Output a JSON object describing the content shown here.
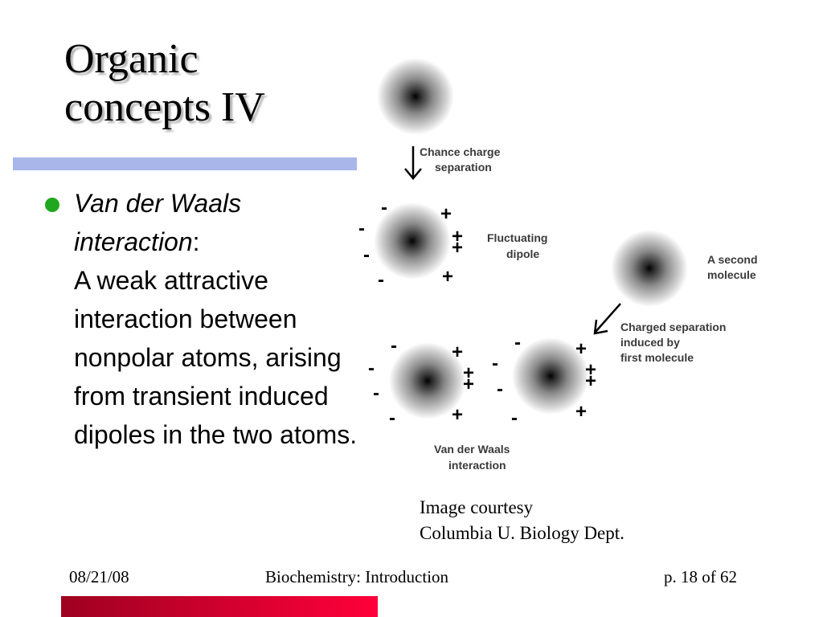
{
  "slide": {
    "title_line1": "Organic",
    "title_line2": "concepts IV",
    "bullet": {
      "term": "Van der Waals interaction",
      "colon": ":",
      "definition": "A weak attractive interaction between nonpolar atoms, arising from transient induced dipoles in the two atoms."
    }
  },
  "figure": {
    "label_chance_1": "Chance charge",
    "label_chance_2": "separation",
    "label_fluct_1": "Fluctuating",
    "label_fluct_2": "dipole",
    "label_second_1": "A second",
    "label_second_2": "molecule",
    "label_induced_1": "Charged separation",
    "label_induced_2": "induced by",
    "label_induced_3": "first molecule",
    "label_vdw_1": "Van der Waals",
    "label_vdw_2": "interaction",
    "minus_sign": "-",
    "plus_sign": "+"
  },
  "caption": {
    "line1": "Image courtesy",
    "line2": "Columbia U. Biology Dept."
  },
  "footer": {
    "date": "08/21/08",
    "title": "Biochemistry: Introduction",
    "page": "p. 18 of 62"
  },
  "colors": {
    "bullet": "#1fa81f",
    "title_bar": "#a9b6ea",
    "bottom_bar_start": "#9e0020",
    "bottom_bar_end": "#ff003a"
  }
}
